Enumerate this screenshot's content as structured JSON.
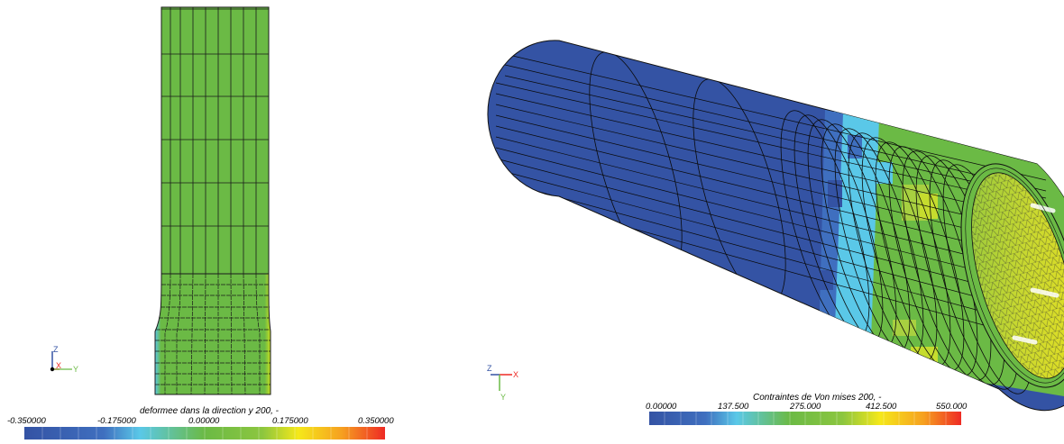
{
  "left_view": {
    "colorbar": {
      "title": "deformee dans la direction y 200, -",
      "ticks": [
        "-0.350000",
        "-0.175000",
        "0.00000",
        "0.175000",
        "0.350000"
      ]
    },
    "triad": {
      "z": "Z",
      "x": "X",
      "y": "Y"
    }
  },
  "right_view": {
    "colorbar": {
      "title": "Contraintes de Von mises 200, -",
      "ticks": [
        "0.00000",
        "137.500",
        "275.000",
        "412.500",
        "550.000"
      ]
    },
    "triad": {
      "z": "Z",
      "x": "X",
      "y": "Y"
    }
  },
  "colors": {
    "blue": "#3453a4",
    "cyan": "#5ac8e8",
    "green": "#6bba45",
    "yellow": "#f5e81a",
    "red": "#ee2a24"
  }
}
